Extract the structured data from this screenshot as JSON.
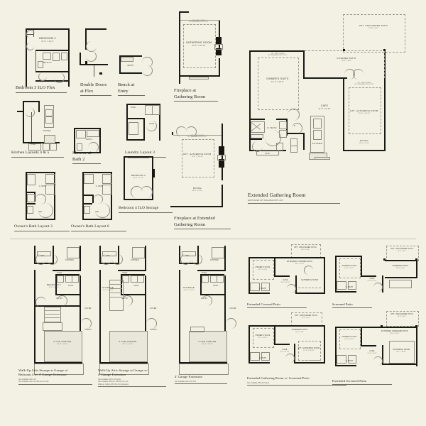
{
  "sheet": {
    "background_color": "#f3f1e4",
    "ink_color": "#1a1a15"
  },
  "top_section": {
    "options": [
      {
        "id": "bedroom-3-ilo-flex",
        "caption": "Bedroom 3 ILO Flex",
        "rooms": [
          {
            "name": "BEDROOM 3",
            "dim": "11'-0\" x 12'-0\""
          },
          {
            "name": "BATH 2",
            "dim": ""
          }
        ]
      },
      {
        "id": "double-doors-at-flex",
        "caption": "Double Doors",
        "caption2": "at Flex",
        "rooms": []
      },
      {
        "id": "bench-at-entry",
        "caption": "Bench at",
        "caption2": "Entry",
        "rooms": [
          {
            "name": "ENTRY",
            "dim": ""
          }
        ]
      },
      {
        "id": "fireplace-at-gathering-room",
        "caption": "Fireplace at",
        "caption2": "Gathering Room",
        "rooms": [
          {
            "name": "GATHERING ROOM",
            "dim": "15'-1\" x 18'-10\""
          }
        ],
        "note": "OPT. TRAY CEILING\nNOT AVAILABLE WITH LOFT"
      },
      {
        "id": "kitchen-layouts-4-5",
        "caption": "Kitchen Layouts 4 & 5",
        "rooms": [
          {
            "name": "KITCHEN",
            "dim": ""
          },
          {
            "name": "HVAC",
            "dim": ""
          }
        ]
      },
      {
        "id": "shower-at-bath-2",
        "caption": "Shower at",
        "caption2": "Bath 2",
        "rooms": [
          {
            "name": "BATH 2",
            "dim": ""
          }
        ]
      },
      {
        "id": "laundry-layout-3",
        "caption": "Laundry Layout 3",
        "rooms": [
          {
            "name": "HVAC",
            "dim": ""
          },
          {
            "name": "LAUN.",
            "dim": ""
          }
        ]
      },
      {
        "id": "owners-bath-layout-3",
        "caption": "Owner's Bath Layout 3",
        "rooms": [
          {
            "name": "O. BATH",
            "dim": ""
          },
          {
            "name": "WIC",
            "dim": ""
          }
        ]
      },
      {
        "id": "owners-bath-layout-6",
        "caption": "Owner's Bath Layout 6",
        "rooms": [
          {
            "name": "O. BATH",
            "dim": ""
          },
          {
            "name": "WIC",
            "dim": ""
          }
        ]
      },
      {
        "id": "bedroom-4-ilo-storage",
        "caption": "Bedroom 4 ILO Storage",
        "rooms": [
          {
            "name": "BEDROOM 4",
            "dim": "11'-0\" x 11'-5\""
          }
        ]
      },
      {
        "id": "fireplace-at-extended-gathering-room",
        "caption": "Fireplace at Extended",
        "caption2": "Gathering Room",
        "rooms": [
          {
            "name": "EXT. GATHERING ROOM",
            "dim": "15'-1\" x 18'-10\""
          },
          {
            "name": "DINING",
            "dim": "10'-5\" x 9'-11\""
          }
        ],
        "note": "OPT. TRAY CEILING\nNOT AVAILABLE WITH LOFT"
      }
    ]
  },
  "main_plan": {
    "caption": "Extended Gathering Room",
    "subcaption": "EMPHASIZED NOT AVAILABLE WITH LOFT",
    "rooms": [
      {
        "name": "OWNER'S SUITE",
        "dim": "14'-1\" x 16'-0\""
      },
      {
        "name": "OPT. UNCOVERED PATIO",
        "dim": "13'-8\" x 8'-0\""
      },
      {
        "name": "COVERED PATIO",
        "dim": "24'-4\" x 8'-0\""
      },
      {
        "name": "CAFE",
        "dim": "11'-0\" x 9'-11\""
      },
      {
        "name": "EXT. GATHERING ROOM",
        "dim": "12'-11\" x 18'-10\""
      },
      {
        "name": "DINING",
        "dim": "10'-5\" x 9'-11\""
      },
      {
        "name": "O. BATH",
        "dim": ""
      },
      {
        "name": "WIC",
        "dim": ""
      },
      {
        "name": "KITCHEN",
        "dim": ""
      },
      {
        "name": "P.",
        "dim": ""
      }
    ],
    "notes": [
      "OPT. TRAY CEILING\nNOT AVAILABLE WITH LOFT",
      "OPT. TRAY CEILING\nNOT AVAILABLE WITH LOFT"
    ]
  },
  "bottom_section": {
    "garage_options": [
      {
        "id": "walk-up-attic-bedroom-4",
        "caption": "Walk-Up Attic Storage at Garage w/",
        "caption2": "Bedroom 4 w/ 4' Garage Extension",
        "note": "Not Available with Loft",
        "note2": "Not Available with Lot 109 and Lot 110",
        "rooms": [
          {
            "name": "BEDROOM 4",
            "dim": "11'-0\" x 11'-5\""
          },
          {
            "name": "2 CAR GARAGE",
            "dim": "20'-1\" x 24'-1\""
          },
          {
            "name": "KITCHEN",
            "dim": ""
          },
          {
            "name": "WIC",
            "dim": ""
          },
          {
            "name": "HVAC",
            "dim": ""
          },
          {
            "name": "LAUN.",
            "dim": ""
          },
          {
            "name": "ENTRY",
            "dim": ""
          },
          {
            "name": "FOYER",
            "dim": ""
          },
          {
            "name": "PORCH",
            "dim": ""
          }
        ]
      },
      {
        "id": "walk-up-attic-4ft-extension",
        "caption": "Walk-Up Attic Storage at Garage w/",
        "caption2": "4' Garage Extension",
        "note": "Not Available with Loft Option",
        "note2": "Not Available with Lot 109 and Lot 110",
        "note3": "Walk-up Ceiling Will Vary Per Elevation",
        "rooms": [
          {
            "name": "STORAGE",
            "dim": "10'-7\" x 11'-0\""
          },
          {
            "name": "2 CAR GARAGE",
            "dim": "20'-1\" x 24'-1\""
          },
          {
            "name": "KITCHEN",
            "dim": ""
          },
          {
            "name": "WIC",
            "dim": ""
          },
          {
            "name": "HVAC",
            "dim": ""
          },
          {
            "name": "LAUN.",
            "dim": ""
          },
          {
            "name": "ENTRY",
            "dim": ""
          },
          {
            "name": "FOYER",
            "dim": ""
          },
          {
            "name": "PORCH",
            "dim": ""
          }
        ]
      },
      {
        "id": "4ft-garage-extension",
        "caption": "4' Garage Extension",
        "note": "Not Available with LOT 110",
        "rooms": [
          {
            "name": "STORAGE",
            "dim": "10'-4\" x 11'-0\""
          },
          {
            "name": "2 CAR GARAGE",
            "dim": "20'-1\" x 24'-1\""
          },
          {
            "name": "KITCHEN",
            "dim": ""
          },
          {
            "name": "WIC",
            "dim": ""
          },
          {
            "name": "HVAC",
            "dim": ""
          },
          {
            "name": "LAUN.",
            "dim": ""
          },
          {
            "name": "ENTRY",
            "dim": ""
          },
          {
            "name": "FOYER",
            "dim": ""
          }
        ]
      }
    ],
    "patio_options": [
      {
        "id": "extended-covered-patio",
        "caption": "Extended Covered Patio",
        "rooms": [
          {
            "name": "OWNER'S SUITE",
            "dim": "14'-1\" x 16'-0\""
          },
          {
            "name": "OPT. UNCOVERED PATIO",
            "dim": "13'-8\" x 8'-0\""
          },
          {
            "name": "EXTENDED COVERED PATIO",
            "dim": "24'-4\" x 11'-0\""
          },
          {
            "name": "GATHERING ROOM",
            "dim": "15'-1\" x 18'-10\""
          },
          {
            "name": "CAFE",
            "dim": "11'-0\" x 9'-11\""
          },
          {
            "name": "O. BATH",
            "dim": ""
          }
        ]
      },
      {
        "id": "screened-patio",
        "caption": "Screened Patio",
        "rooms": [
          {
            "name": "OWNER'S SUITE",
            "dim": "14'-1\" x 16'-0\""
          },
          {
            "name": "OPT. UNCOVERED PATIO",
            "dim": "13'-8\" x 8'-0\""
          },
          {
            "name": "SCREENED PATIO",
            "dim": "24'-4\" x 8'-0\""
          },
          {
            "name": "CAFE",
            "dim": "11'-0\" x 9'-11\""
          },
          {
            "name": "O. BATH",
            "dim": ""
          }
        ]
      },
      {
        "id": "extended-gathering-room-screened-patio",
        "caption": "Extended Gathering Room w/ Screened Patio",
        "note": "Not Available With All Specs",
        "rooms": [
          {
            "name": "OWNER'S SUITE",
            "dim": "14'-1\" x 16'-0\""
          },
          {
            "name": "OPT. UNCOVERED PATIO",
            "dim": "13'-8\" x 8'-0\""
          },
          {
            "name": "SCREENED PATIO",
            "dim": "24'-4\" x 8'-0\""
          },
          {
            "name": "EXT. GATHERING ROOM",
            "dim": "12'-11\" x 18'-10\""
          },
          {
            "name": "CAFE",
            "dim": "11'-0\" x 9'-11\""
          },
          {
            "name": "O. BATH",
            "dim": ""
          }
        ]
      },
      {
        "id": "extended-screened-patio",
        "caption": "Extended Screened Patio",
        "rooms": [
          {
            "name": "OWNER'S SUITE",
            "dim": "14'-1\" x 16'-0\""
          },
          {
            "name": "OPT. UNCOVERED PATIO",
            "dim": "13'-8\" x 8'-0\""
          },
          {
            "name": "EXTENDED SCREENED PATIO",
            "dim": "24'-4\" x 11'-0\""
          },
          {
            "name": "GATHERING ROOM",
            "dim": "15'-1\" x 18'-10\""
          },
          {
            "name": "CAFE",
            "dim": "11'-0\" x 9'-11\""
          },
          {
            "name": "O. BATH",
            "dim": ""
          }
        ]
      }
    ]
  }
}
